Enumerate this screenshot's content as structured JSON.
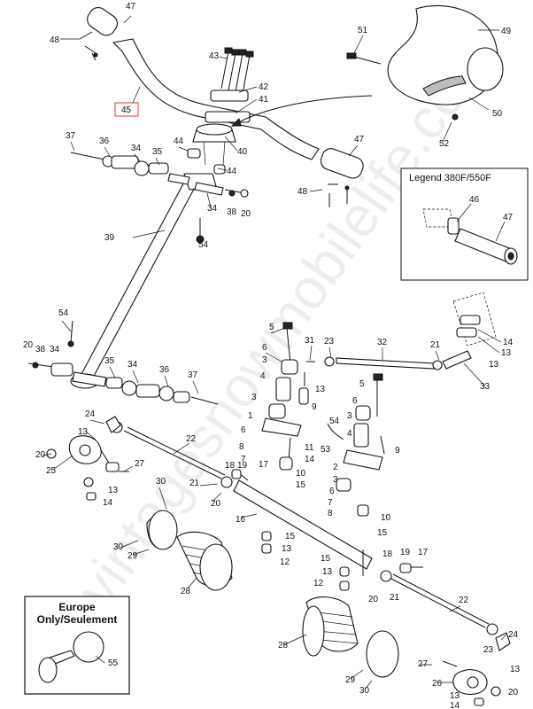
{
  "watermark": "vintagesnowmobilelife.com",
  "legend_box": {
    "title": "Legend 380F/550F",
    "labels": [
      "46",
      "47"
    ]
  },
  "europe_box": {
    "line1": "Europe",
    "line2": "Only/Seulement",
    "label": "55"
  },
  "highlighted_label": "45",
  "labels": {
    "l47a": "47",
    "l48a": "48",
    "l43": "43",
    "l42": "42",
    "l41": "41",
    "l45": "45",
    "l51": "51",
    "l49": "49",
    "l50": "50",
    "l52": "52",
    "l37a": "37",
    "l36a": "36",
    "l34a": "34",
    "l35a": "35",
    "l44a": "44",
    "l40": "40",
    "l44b": "44",
    "l47b": "47",
    "l48b": "48",
    "l34b": "34",
    "l38a": "38",
    "l20a": "20",
    "l54a": "54",
    "l39": "39",
    "l54b": "54",
    "l20b": "20",
    "l38b": "38",
    "l34c": "34",
    "l35b": "35",
    "l34d": "34",
    "l36b": "36",
    "l37b": "37",
    "l5a": "5",
    "l6a": "6",
    "l3a": "3",
    "l31": "31",
    "l23a": "23",
    "l32": "32",
    "l21a": "21",
    "l14a": "14",
    "l13a": "13",
    "l13b": "13",
    "l33": "33",
    "l4a": "4",
    "l13c": "13",
    "l3b": "3",
    "l5b": "5",
    "l9a": "9",
    "l6b": "6",
    "l54c": "54",
    "l1": "1",
    "l3c": "3",
    "l4b": "4",
    "l6c": "6",
    "l8a": "8",
    "l7a": "7",
    "l11": "11",
    "l14b": "14",
    "l53": "53",
    "l9b": "9",
    "l10a": "10",
    "l15a": "15",
    "l2": "2",
    "l3d": "3",
    "l6d": "6",
    "l7b": "7",
    "l8b": "8",
    "l10b": "10",
    "l15b": "15",
    "l24a": "24",
    "l13d": "13",
    "l22a": "22",
    "l20c": "20",
    "l25": "25",
    "l27a": "27",
    "l13e": "13",
    "l14c": "14",
    "l18a": "18",
    "l19a": "19",
    "l17a": "17",
    "l21b": "21",
    "l20d": "20",
    "l30a": "30",
    "l16": "16",
    "l30b": "30",
    "l29a": "29",
    "l15c": "15",
    "l13f": "13",
    "l12a": "12",
    "l28a": "28",
    "l15d": "15",
    "l18b": "18",
    "l19b": "19",
    "l17b": "17",
    "l13g": "13",
    "l12b": "12",
    "l20e": "20",
    "l21c": "21",
    "l22b": "22",
    "l28b": "28",
    "l24b": "24",
    "l23b": "23",
    "l13h": "13",
    "l29b": "29",
    "l27b": "27",
    "l26": "26",
    "l20f": "20",
    "l13i": "13",
    "l14d": "14",
    "l30c": "30"
  }
}
